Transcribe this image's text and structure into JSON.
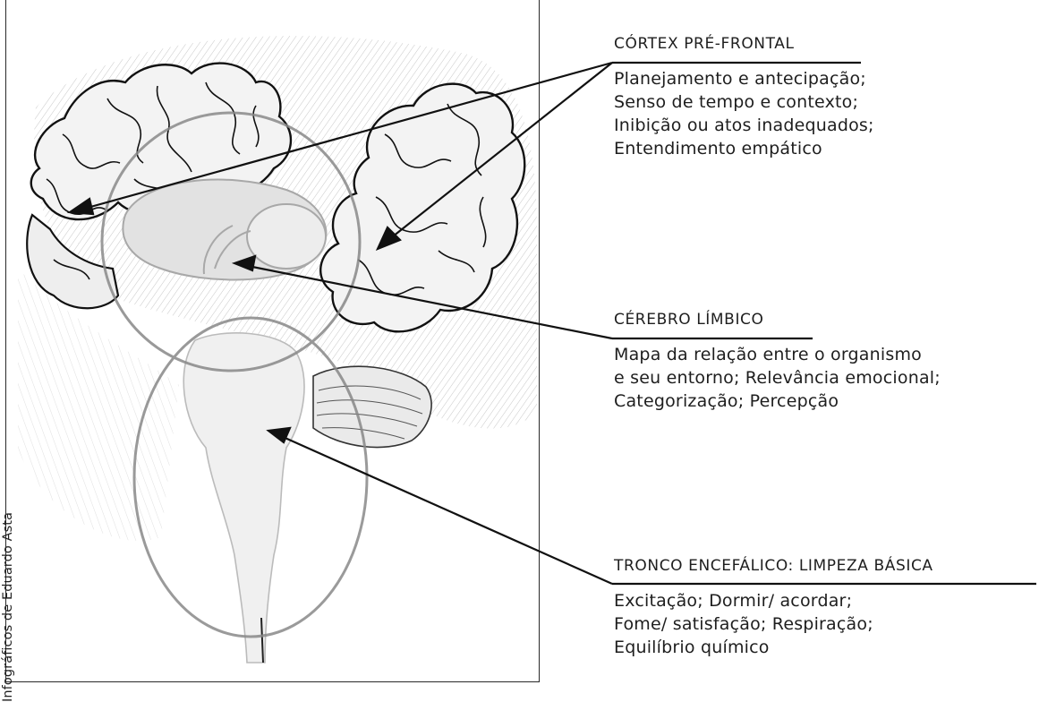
{
  "credit": "Infográficos de Eduardo Asta",
  "labels": {
    "cortex": {
      "title": "CÓRTEX PRÉ-FRONTAL",
      "lines": [
        "Planejamento e antecipação;",
        "Senso de tempo e contexto;",
        "Inibição ou atos inadequados;",
        "Entendimento empático"
      ]
    },
    "limbic": {
      "title": "CÉREBRO LÍMBICO",
      "lines": [
        "Mapa da relação entre o organismo",
        "e seu entorno; Relevância emocional;",
        "Categorização; Percepção"
      ]
    },
    "brainstem": {
      "title": "TRONCO ENCEFÁLICO: LIMPEZA BÁSICA",
      "lines": [
        "Excitação; Dormir/ acordar;",
        "Fome/ satisfação; Respiração;",
        "Equilíbrio químico"
      ]
    }
  }
}
